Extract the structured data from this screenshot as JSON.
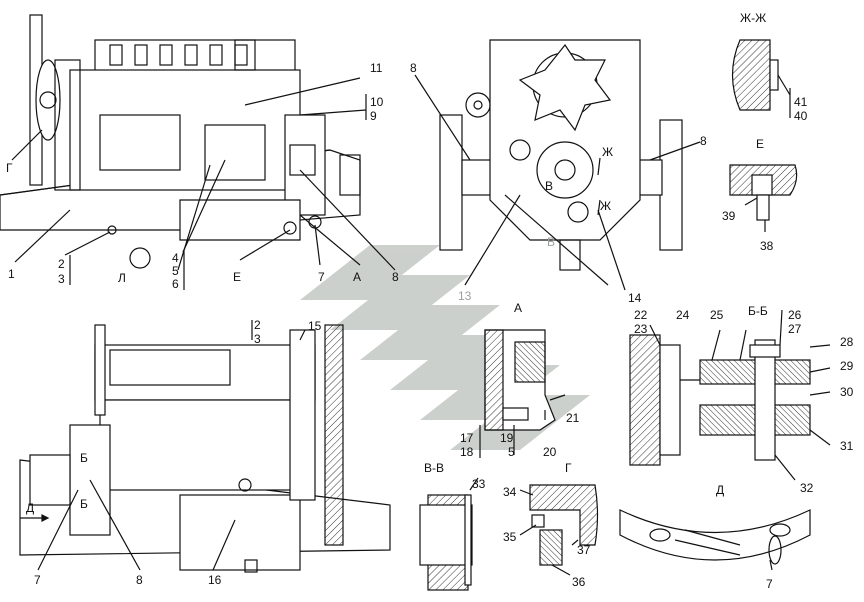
{
  "diagram": {
    "callouts": {
      "top_left": [
        "11",
        "10",
        "9",
        "1",
        "2",
        "3",
        "Л",
        "4",
        "5",
        "6",
        "Е",
        "7",
        "А",
        "8",
        "Г"
      ],
      "top_center": [
        "8",
        "8",
        "В",
        "Ж",
        "Ж",
        "В",
        "13",
        "14"
      ],
      "section_zhzh": {
        "title": "Ж-Ж",
        "labels": [
          "41",
          "40"
        ]
      },
      "section_e": {
        "title": "Е",
        "labels": [
          "39",
          "38"
        ]
      },
      "detail_a": {
        "title": "А",
        "labels": [
          "21",
          "17",
          "18",
          "19",
          "5",
          "20"
        ]
      },
      "section_bb": {
        "title": "Б-Б",
        "labels": [
          "22",
          "23",
          "24",
          "25",
          "26",
          "27",
          "28",
          "29",
          "30",
          "31",
          "32"
        ]
      },
      "bottom_left": [
        "2",
        "3",
        "15",
        "Б",
        "Б",
        "Д",
        "7",
        "8",
        "16"
      ],
      "section_vv": {
        "title": "В-В",
        "labels": [
          "33"
        ]
      },
      "detail_g": {
        "title": "Г",
        "labels": [
          "34",
          "35",
          "37",
          "36"
        ]
      },
      "detail_d": {
        "title": "Д",
        "labels": [
          "7"
        ]
      }
    },
    "colors": {
      "ink": "#111111",
      "metal_fill": "#d8d8d8",
      "hatch": "#444444",
      "watermark": "#b9bdb9"
    }
  }
}
